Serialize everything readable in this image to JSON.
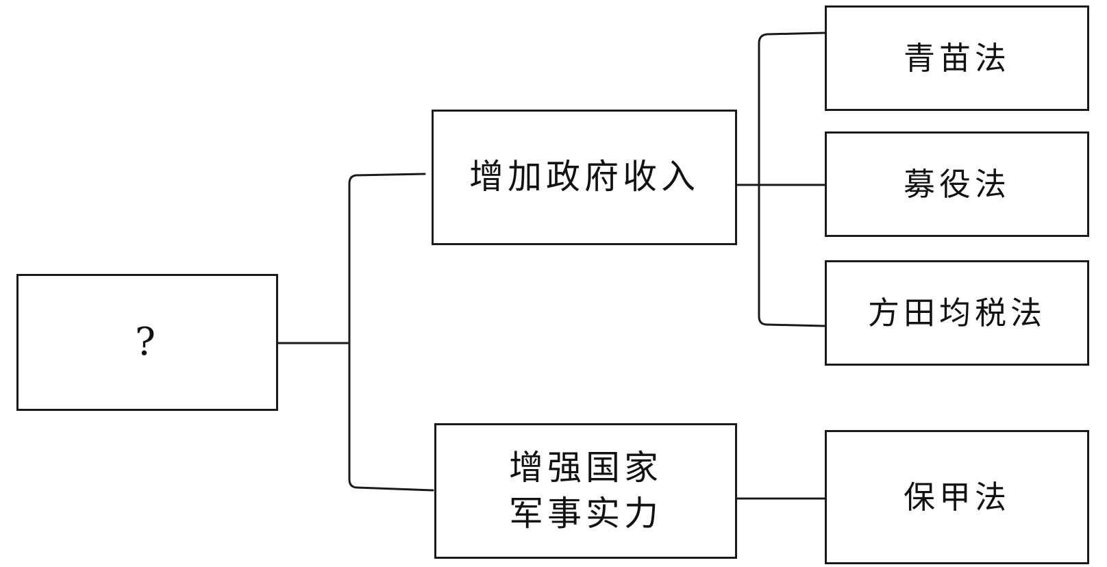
{
  "root": {
    "label": "?"
  },
  "branches": [
    {
      "label": "增加政府收入",
      "children": [
        "青苗法",
        "募役法",
        "方田均税法"
      ]
    },
    {
      "label": "增强国家\n军事实力",
      "children": [
        "保甲法"
      ]
    }
  ],
  "colors": {
    "line": "#1a1a1a",
    "background": "#ffffff",
    "text": "#111111"
  }
}
